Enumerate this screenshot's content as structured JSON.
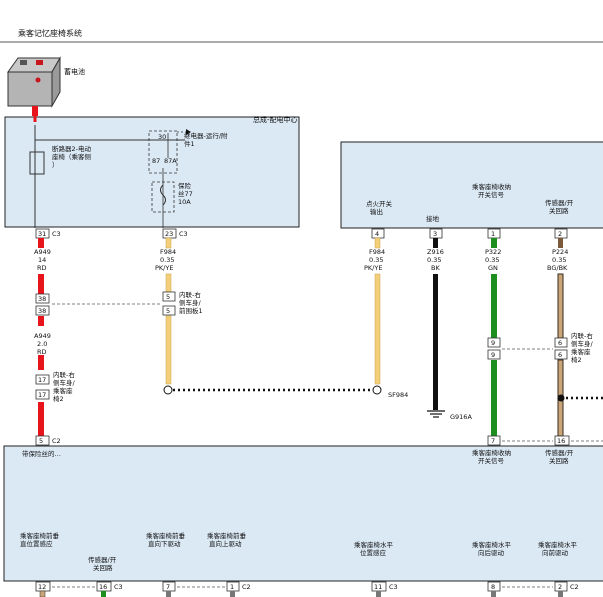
{
  "title": "乘客记忆座椅系统",
  "battery": {
    "label": "蓄电池"
  },
  "module_top_left": {
    "label": "总成-配电中心",
    "breaker_label": [
      "断路器2-电动",
      "座椅（乘客侧",
      "）"
    ],
    "relay_label": [
      "继电器-运行/附",
      "件1"
    ],
    "relay_pins": {
      "p30": "30",
      "p87": "87",
      "p87a": "87A"
    },
    "fuse_label": [
      "保险",
      "丝77",
      "10A"
    ]
  },
  "module_top_right": {
    "ignition_label": [
      "点火开关",
      "输出"
    ],
    "ground_label": "接地",
    "recline_label": [
      "乘客座椅收纳",
      "开关信号"
    ],
    "sensor_label": [
      "传感器/开",
      "关回路"
    ]
  },
  "pins_top_row": [
    {
      "id": "p31",
      "pin": "31",
      "conn": "C3"
    },
    {
      "id": "p23",
      "pin": "23",
      "conn": "C3"
    },
    {
      "id": "p4",
      "pin": "4",
      "conn": ""
    },
    {
      "id": "p3",
      "pin": "3",
      "conn": ""
    },
    {
      "id": "p1",
      "pin": "1",
      "conn": ""
    },
    {
      "id": "p2",
      "pin": "2",
      "conn": ""
    }
  ],
  "wire_labels": {
    "a949_1": [
      "A949",
      "14",
      "RD"
    ],
    "f984_1": [
      "F984",
      "0.35",
      "PK/YE"
    ],
    "f984_2": [
      "F984",
      "0.35",
      "PK/YE"
    ],
    "z916": [
      "Z916",
      "0.35",
      "BK"
    ],
    "p322": [
      "P322",
      "0.35",
      "GN"
    ],
    "p224": [
      "P224",
      "0.35",
      "BG/BK"
    ],
    "a949_2": [
      "A949",
      "2.0",
      "RD"
    ]
  },
  "inline_connectors": {
    "c38_a": "38",
    "c38_b": "38",
    "c5_a": "5",
    "c5_b": "5",
    "c17_a": "17",
    "c17_b": "17",
    "c9_a": "9",
    "c9_b": "9",
    "c6_a": "6",
    "c6_b": "6",
    "c5_bottom": "5",
    "c5_bottom_conn": "C2",
    "c7_bottom": "7",
    "c16_bottom": "16"
  },
  "inline_labels": {
    "front_bracket": [
      "内联-右",
      "侧车身/",
      "前围板1"
    ],
    "seat_harness_left": [
      "内联-右",
      "侧车身/",
      "乘客座",
      "椅2"
    ],
    "seat_harness_right": [
      "内联-右",
      "侧车身/",
      "乘客座",
      "椅2"
    ]
  },
  "splice_label": "SF984",
  "ground_point_label": "G916A",
  "module_bottom": {
    "fuse_label": "带保险丝的…",
    "recline_label": [
      "乘客座椅收纳",
      "开关信号"
    ],
    "sensor_label": [
      "传感器/开",
      "关回路"
    ],
    "front_pos_sensor": [
      "乘客座椅前垂",
      "直位置感应"
    ],
    "sensor_switch": [
      "传感器/开",
      "关回路"
    ],
    "front_down": [
      "乘客座椅前垂",
      "直向下驱动"
    ],
    "front_up": [
      "乘客座椅前垂",
      "直向上驱动"
    ],
    "horiz_pos": [
      "乘客座椅水平",
      "位置感应"
    ],
    "horiz_back": [
      "乘客座椅水平",
      "向后驱动"
    ],
    "horiz_fwd": [
      "乘客座椅水平",
      "向前驱动"
    ]
  },
  "pins_bottom_row": [
    {
      "pin": "12",
      "conn": ""
    },
    {
      "pin": "16",
      "conn": "C3"
    },
    {
      "pin": "7",
      "conn": ""
    },
    {
      "pin": "1",
      "conn": "C2"
    },
    {
      "pin": "11",
      "conn": "C3"
    },
    {
      "pin": "8",
      "conn": ""
    },
    {
      "pin": "2",
      "conn": "C2"
    }
  ],
  "colors": {
    "module_fill": "#dbe9f5",
    "wire_red": "#e8141c",
    "wire_pink_yellow": "#f3cf7a",
    "wire_black": "#111111",
    "wire_green": "#1e8f1e",
    "wire_brown_black": "#7a5a3a"
  }
}
